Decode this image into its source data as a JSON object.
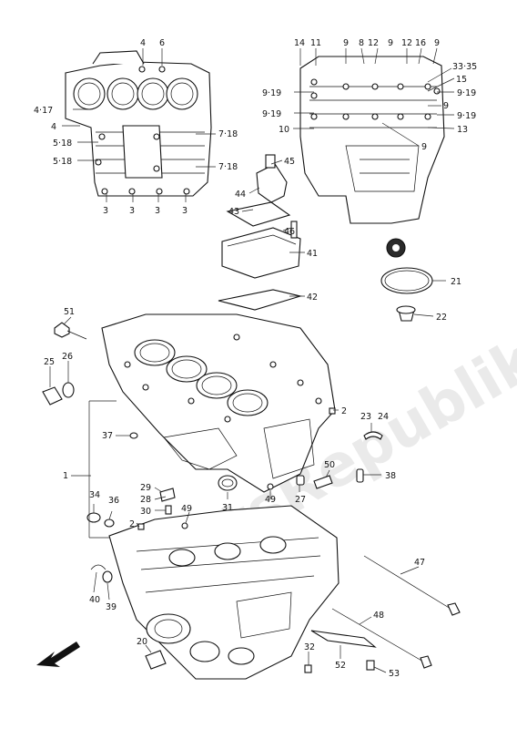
{
  "diagram": {
    "watermark": "PartsRepublik",
    "labels": [
      {
        "id": "4a",
        "text": "4"
      },
      {
        "id": "6",
        "text": "6"
      },
      {
        "id": "4_17",
        "text": "4·17"
      },
      {
        "id": "4b",
        "text": "4"
      },
      {
        "id": "5_18a",
        "text": "5·18"
      },
      {
        "id": "5_18b",
        "text": "5·18"
      },
      {
        "id": "7_18a",
        "text": "7·18"
      },
      {
        "id": "7_18b",
        "text": "7·18"
      },
      {
        "id": "3a",
        "text": "3"
      },
      {
        "id": "3b",
        "text": "3"
      },
      {
        "id": "3c",
        "text": "3"
      },
      {
        "id": "3d",
        "text": "3"
      },
      {
        "id": "14",
        "text": "14"
      },
      {
        "id": "11",
        "text": "11"
      },
      {
        "id": "9a",
        "text": "9"
      },
      {
        "id": "8",
        "text": "8"
      },
      {
        "id": "9b",
        "text": "9"
      },
      {
        "id": "12a",
        "text": "12"
      },
      {
        "id": "12b",
        "text": "12"
      },
      {
        "id": "16",
        "text": "16"
      },
      {
        "id": "9c",
        "text": "9"
      },
      {
        "id": "33_35",
        "text": "33·35"
      },
      {
        "id": "15",
        "text": "15"
      },
      {
        "id": "9_19a",
        "text": "9·19"
      },
      {
        "id": "9_19b",
        "text": "9·19"
      },
      {
        "id": "9_19c",
        "text": "9·19"
      },
      {
        "id": "9_19d",
        "text": "9·19"
      },
      {
        "id": "9d",
        "text": "9"
      },
      {
        "id": "13",
        "text": "13"
      },
      {
        "id": "10",
        "text": "10"
      },
      {
        "id": "9e",
        "text": "9"
      },
      {
        "id": "45",
        "text": "45"
      },
      {
        "id": "44",
        "text": "44"
      },
      {
        "id": "43",
        "text": "43"
      },
      {
        "id": "46",
        "text": "46"
      },
      {
        "id": "41",
        "text": "41"
      },
      {
        "id": "21",
        "text": "21"
      },
      {
        "id": "42",
        "text": "42"
      },
      {
        "id": "22",
        "text": "22"
      },
      {
        "id": "51",
        "text": "51"
      },
      {
        "id": "26",
        "text": "26"
      },
      {
        "id": "25",
        "text": "25"
      },
      {
        "id": "2a",
        "text": "2"
      },
      {
        "id": "23",
        "text": "23"
      },
      {
        "id": "24",
        "text": "24"
      },
      {
        "id": "37",
        "text": "37"
      },
      {
        "id": "1",
        "text": "1"
      },
      {
        "id": "50",
        "text": "50"
      },
      {
        "id": "38",
        "text": "38"
      },
      {
        "id": "29",
        "text": "29"
      },
      {
        "id": "28",
        "text": "28"
      },
      {
        "id": "30",
        "text": "30"
      },
      {
        "id": "31",
        "text": "31"
      },
      {
        "id": "49a",
        "text": "49"
      },
      {
        "id": "49b",
        "text": "49"
      },
      {
        "id": "27",
        "text": "27"
      },
      {
        "id": "34",
        "text": "34"
      },
      {
        "id": "36",
        "text": "36"
      },
      {
        "id": "2b",
        "text": "2"
      },
      {
        "id": "47",
        "text": "47"
      },
      {
        "id": "40",
        "text": "40"
      },
      {
        "id": "39",
        "text": "39"
      },
      {
        "id": "48",
        "text": "48"
      },
      {
        "id": "20",
        "text": "20"
      },
      {
        "id": "32",
        "text": "32"
      },
      {
        "id": "52",
        "text": "52"
      },
      {
        "id": "53",
        "text": "53"
      }
    ]
  }
}
